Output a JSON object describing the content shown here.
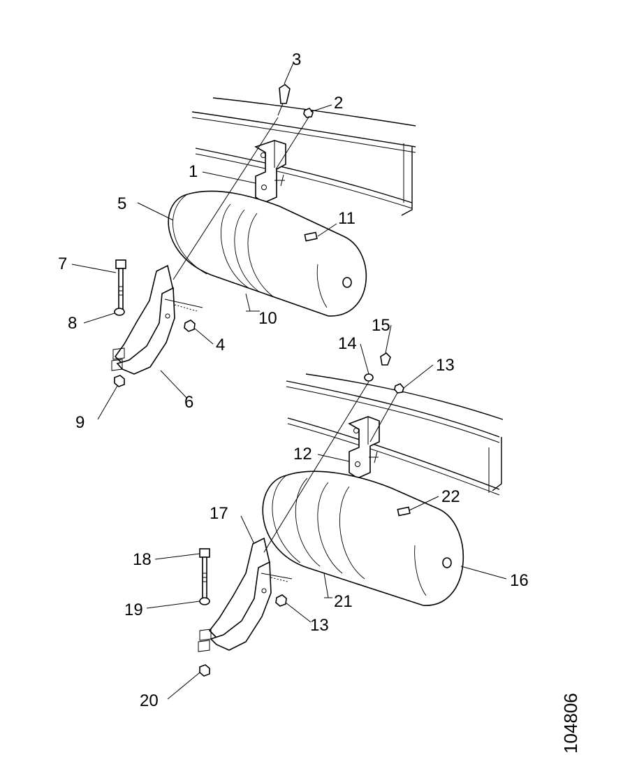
{
  "callouts": {
    "c1": "1",
    "c2": "2",
    "c3": "3",
    "c4": "4",
    "c5": "5",
    "c6": "6",
    "c7": "7",
    "c8": "8",
    "c9": "9",
    "c10": "10",
    "c11": "11",
    "c12": "12",
    "c13a": "13",
    "c13b": "13",
    "c14": "14",
    "c15": "15",
    "c16": "16",
    "c17": "17",
    "c18": "18",
    "c19": "19",
    "c20": "20",
    "c21": "21",
    "c22": "22"
  },
  "figure_number": "104806"
}
